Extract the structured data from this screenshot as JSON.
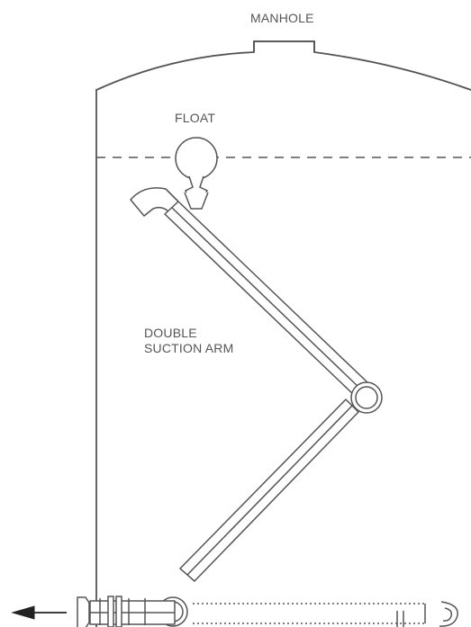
{
  "labels": {
    "manhole": "MANHOLE",
    "float": "FLOAT",
    "suction_arm_line1": "DOUBLE",
    "suction_arm_line2": "SUCTION ARM"
  },
  "icons": {
    "outlet_arrow": "arrow-left-icon"
  },
  "colors": {
    "line": "#555555",
    "text": "#555555",
    "background": "#ffffff"
  }
}
